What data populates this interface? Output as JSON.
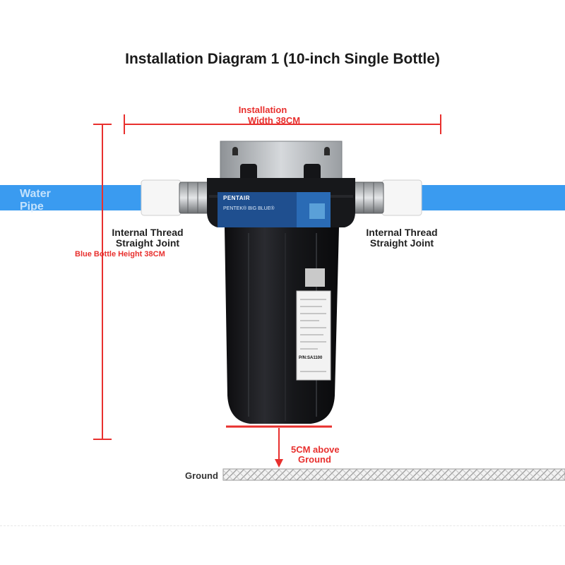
{
  "title": "Installation Diagram 1 (10-inch Single Bottle)",
  "width_label_line1": "Installation",
  "width_label_line2": "Width 38CM",
  "height_label": "Blue Bottle Height 38CM",
  "left_joint_line1": "Internal Thread",
  "left_joint_line2": "Straight Joint",
  "right_joint_line1": "Internal Thread",
  "right_joint_line2": "Straight Joint",
  "pipe_label_line1": "Water",
  "pipe_label_line2": "Pipe",
  "clearance_line1": "5CM above",
  "clearance_line2": "Ground",
  "ground_label": "Ground",
  "housing": {
    "brand": "PENTAIR",
    "model": "PENTEK® BIG BLUE®",
    "part_number": "P/N:SA1100"
  },
  "colors": {
    "accent_red": "#e8302e",
    "pipe_blue": "#3a9bf0",
    "housing": "#15161a",
    "bracket": "#b8bcc0"
  }
}
